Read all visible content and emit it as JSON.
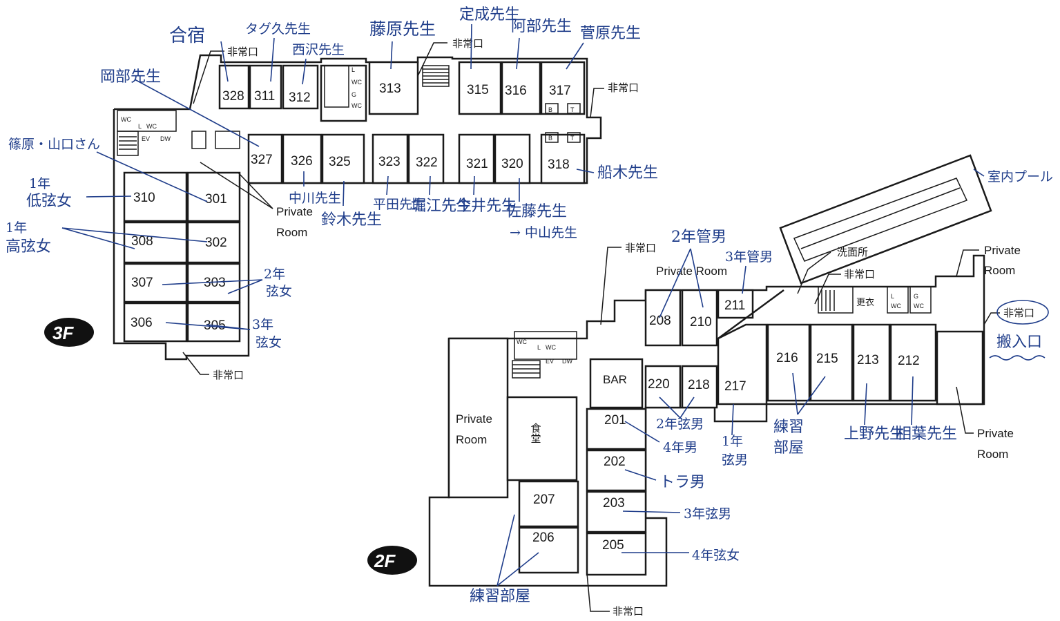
{
  "floor3": {
    "badge": "3F",
    "rooms": [
      "328",
      "311",
      "312",
      "313",
      "315",
      "316",
      "317",
      "327",
      "326",
      "325",
      "323",
      "322",
      "321",
      "320",
      "318",
      "310",
      "301",
      "308",
      "302",
      "307",
      "303",
      "306",
      "305"
    ],
    "private_room": [
      "Private",
      "Room"
    ],
    "exits": [
      "非常口",
      "非常口",
      "非常口",
      "非常口"
    ],
    "facility_labels": [
      "L",
      "WC",
      "G",
      "WC",
      "L",
      "WC",
      "EV",
      "DW",
      "B",
      "T",
      "B",
      "T"
    ]
  },
  "floor2": {
    "badge": "2F",
    "rooms": [
      "208",
      "210",
      "211",
      "220",
      "218",
      "217",
      "216",
      "215",
      "213",
      "212",
      "201",
      "202",
      "203",
      "205",
      "206",
      "207"
    ],
    "bar": "BAR",
    "private_rooms": {
      "top_label": "Private Room",
      "left": [
        "Private",
        "Room"
      ],
      "top_right": [
        "Private",
        "Room"
      ],
      "right": [
        "Private",
        "Room"
      ]
    },
    "dining": "食堂",
    "exits": [
      "非常口",
      "非常口",
      "非常口",
      "非常口"
    ],
    "washroom": "洗面所",
    "changing": "更衣",
    "facility_labels": [
      "L",
      "WC",
      "EV",
      "DW",
      "L",
      "WC",
      "G",
      "WC"
    ]
  },
  "notes3": {
    "gasshuku": "合宿",
    "okabe": "岡部先生",
    "tagu": "タグ久先生",
    "nishizawa": "西沢先生",
    "fujiwara": "藤原先生",
    "sadanari": "定成先生",
    "abe": "阿部先生",
    "sugawara": "菅原先生",
    "shinohara": "篠原・山口さん",
    "low_girls": [
      "1年",
      "低弦女"
    ],
    "high_girls": [
      "1年",
      "高弦女"
    ],
    "girls2": [
      "2年",
      "弦女"
    ],
    "girls3": [
      "3年",
      "弦女"
    ],
    "funaki": "船木先生",
    "nakagawa": "中川先生",
    "suzuki": "鈴木先生",
    "hirata": "平田先生",
    "horie": "堀江先生",
    "imai": "今井先生",
    "sato": "佐藤先生",
    "nakayama": "→ 中山先生"
  },
  "notes2": {
    "kan2": "2年管男",
    "kan3": "3年管男",
    "pool": "室内プール",
    "hannyu": "搬入口",
    "boys2": "2年弦男",
    "boys4": "4年男",
    "boys1": [
      "1年",
      "弦男"
    ],
    "practice1": [
      "練習",
      "部屋"
    ],
    "ueno": "上野先生",
    "aiba": "相葉先生",
    "tora": "トラ男",
    "boys3": "3年弦男",
    "girls4": "4年弦女",
    "practice2": "練習部屋"
  },
  "colors": {
    "line": "#1a1a1a",
    "ink": "#1f3d8a",
    "paper": "#ffffff"
  }
}
